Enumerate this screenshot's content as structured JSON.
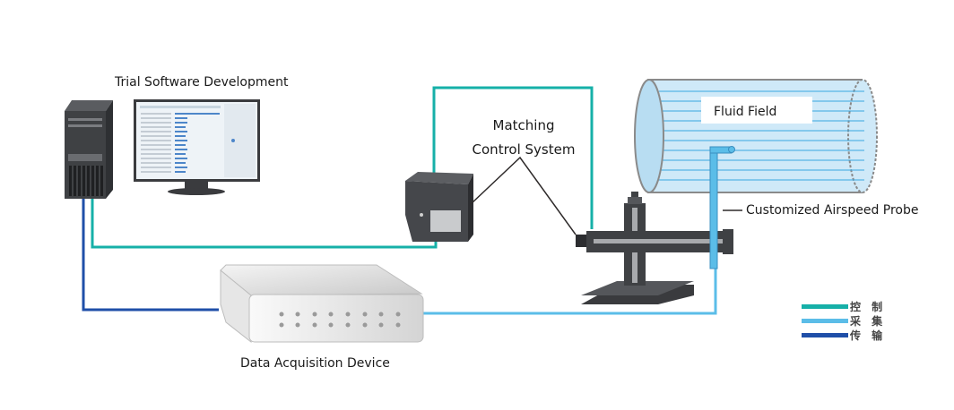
{
  "labels": {
    "software": "Trial Software Development",
    "matching_line1": "Matching",
    "matching_line2": "Control System",
    "fluid_field": "Fluid Field",
    "probe": "Customized Airspeed Probe",
    "daq": "Data Acquisition Device"
  },
  "colors": {
    "control": "#16b0a8",
    "acquisition": "#5bbde8",
    "transmission": "#1f4fa8",
    "device_dark": "#3f4144",
    "fluid_bg": "#cfe9f8",
    "fluid_line": "#3aa6e0"
  },
  "legend": [
    {
      "key": "control",
      "label": "控 制",
      "meaning": "Control",
      "color": "#16b0a8"
    },
    {
      "key": "acquisition",
      "label": "采 集",
      "meaning": "Acquisition",
      "color": "#5bbde8"
    },
    {
      "key": "transmission",
      "label": "传 输",
      "meaning": "Transmission",
      "color": "#1f4fa8"
    }
  ],
  "components": [
    {
      "id": "computer",
      "name": "Computer (tower + monitor)"
    },
    {
      "id": "controller",
      "name": "Matching Control System box"
    },
    {
      "id": "traverse",
      "name": "Traverse mechanism"
    },
    {
      "id": "wind-tunnel",
      "name": "Fluid Field"
    },
    {
      "id": "probe",
      "name": "Customized Airspeed Probe"
    },
    {
      "id": "daq",
      "name": "Data Acquisition Device"
    }
  ]
}
